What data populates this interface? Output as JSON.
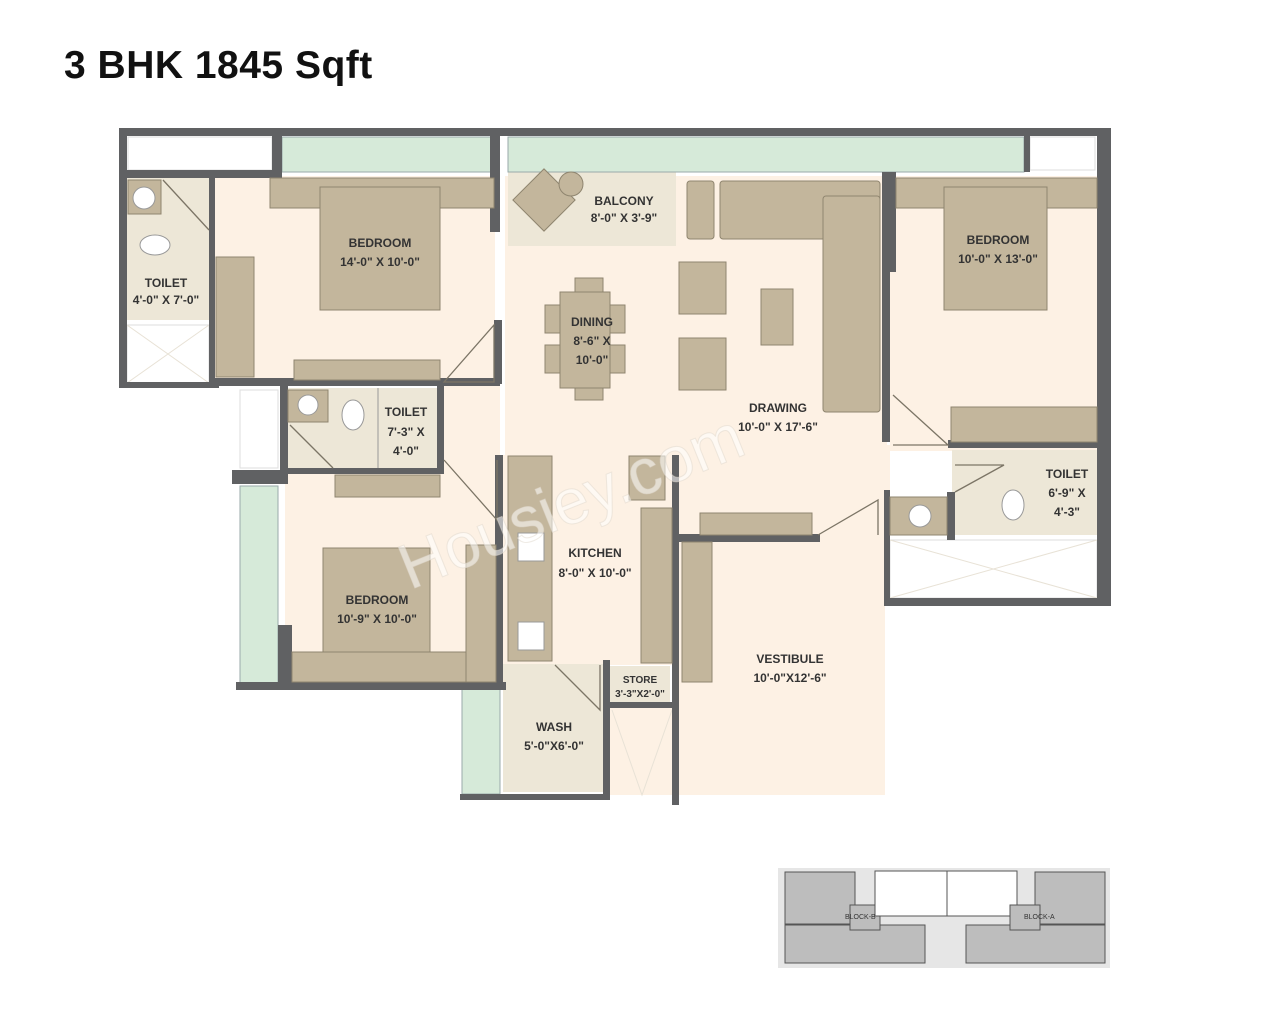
{
  "title": "3 BHK 1845 Sqft",
  "rooms": {
    "toilet_1": {
      "name": "TOILET",
      "size": "4'-0\" X 7'-0\""
    },
    "bedroom_1": {
      "name": "BEDROOM",
      "size": "14'-0\" X 10'-0\""
    },
    "balcony": {
      "name": "BALCONY",
      "size": "8'-0\" X 3'-9\""
    },
    "dining": {
      "name": "DINING",
      "size_line1": "8'-6\" X",
      "size_line2": "10'-0\""
    },
    "drawing": {
      "name": "DRAWING",
      "size": "10'-0\" X 17'-6\""
    },
    "bedroom_2": {
      "name": "BEDROOM",
      "size": "10'-0\" X 13'-0\""
    },
    "toilet_2": {
      "name": "TOILET",
      "size_line1": "7'-3\" X",
      "size_line2": "4'-0\""
    },
    "toilet_3": {
      "name": "TOILET",
      "size_line1": "6'-9\" X",
      "size_line2": "4'-3\""
    },
    "bedroom_3": {
      "name": "BEDROOM",
      "size": "10'-9\" X 10'-0\""
    },
    "kitchen": {
      "name": "KITCHEN",
      "size": "8'-0\" X 10'-0\""
    },
    "store": {
      "name": "STORE",
      "size": "3'-3\"X2'-0\""
    },
    "wash": {
      "name": "WASH",
      "size": "5'-0\"X6'-0\""
    },
    "vestibule": {
      "name": "VESTIBULE",
      "size": "10'-0\"X12'-6\""
    }
  },
  "key_plan": {
    "block_left": "BLOCK-B",
    "block_right": "BLOCK-A"
  },
  "watermark": "Housiey.com",
  "colors": {
    "wall": "#606163",
    "floor": "#fdf1e4",
    "furniture": "#c3b69c",
    "wet_area": "#ede7d7",
    "balcony_green": "#d6ead9"
  }
}
